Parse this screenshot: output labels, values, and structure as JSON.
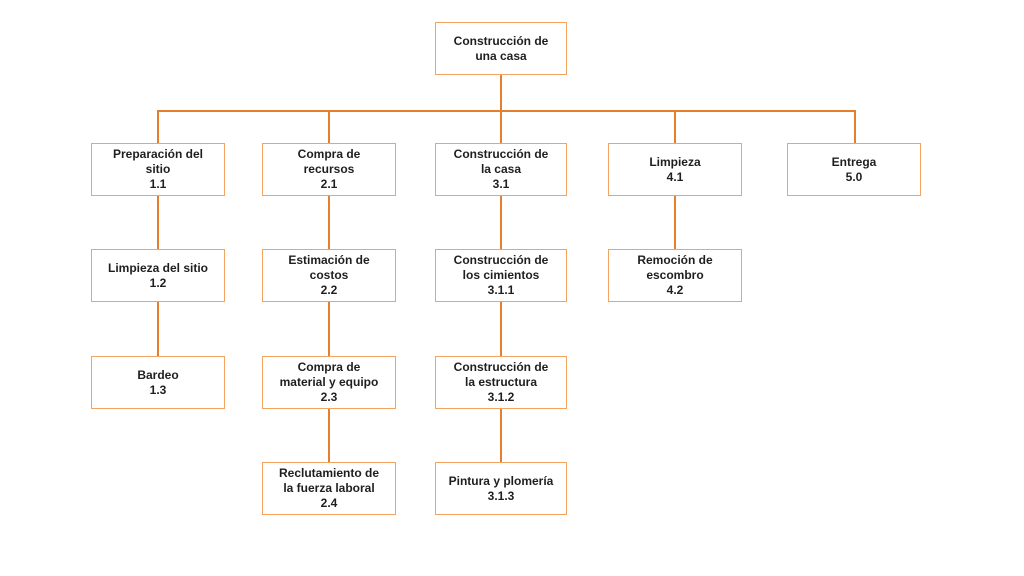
{
  "diagram": {
    "type": "work-breakdown-structure",
    "language": "es",
    "colors": {
      "box_border": "#f2a360",
      "connector": "#e57e2d",
      "text": "#1f1f1f",
      "background": "#ffffff"
    },
    "nodes": {
      "root": {
        "label": "Construcción de\nuna casa",
        "code": ""
      },
      "n11": {
        "label": "Preparación del\nsitio",
        "code": "1.1"
      },
      "n21": {
        "label": "Compra de\nrecursos",
        "code": "2.1"
      },
      "n31": {
        "label": "Construcción de\nla casa",
        "code": "3.1"
      },
      "n41": {
        "label": "Limpieza",
        "code": "4.1"
      },
      "n50": {
        "label": "Entrega",
        "code": "5.0"
      },
      "n12": {
        "label": "Limpieza del sitio",
        "code": "1.2"
      },
      "n22": {
        "label": "Estimación de\ncostos",
        "code": "2.2"
      },
      "n311": {
        "label": "Construcción de\nlos cimientos",
        "code": "3.1.1"
      },
      "n42": {
        "label": "Remoción de\nescombro",
        "code": "4.2"
      },
      "n13": {
        "label": "Bardeo",
        "code": "1.3"
      },
      "n23": {
        "label": "Compra de\nmaterial y equipo",
        "code": "2.3"
      },
      "n312": {
        "label": "Construcción de\nla estructura",
        "code": "3.1.2"
      },
      "n24": {
        "label": "Reclutamiento de\nla fuerza laboral",
        "code": "2.4"
      },
      "n313": {
        "label": "Pintura y plomería",
        "code": "3.1.3"
      }
    }
  }
}
